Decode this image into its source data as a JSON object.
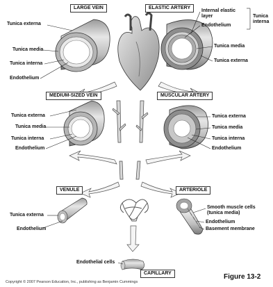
{
  "panels": {
    "large_vein": "LARGE VEIN",
    "elastic_artery": "ELASTIC ARTERY",
    "medium_vein": "MEDIUM-SIZED VEIN",
    "muscular_artery": "MUSCULAR ARTERY",
    "venule": "VENULE",
    "arteriole": "ARTERIOLE",
    "capillary": "CAPILLARY"
  },
  "labels": {
    "lv_externa": "Tunica externa",
    "lv_media": "Tunica media",
    "lv_interna": "Tunica interna",
    "lv_endo": "Endothelium",
    "ea_internal_elastic_1": "Internal elastic",
    "ea_internal_elastic_2": "layer",
    "ea_endo": "Endothelium",
    "ea_interna_1": "Tunica",
    "ea_interna_2": "interna",
    "ea_media": "Tunica media",
    "ea_externa": "Tunica externa",
    "mv_externa": "Tunica externa",
    "mv_media": "Tunica media",
    "mv_interna": "Tunica interna",
    "mv_endo": "Endothelium",
    "ma_externa": "Tunica externa",
    "ma_media": "Tunica media",
    "ma_interna": "Tunica interna",
    "ma_endo": "Endothelium",
    "ven_externa": "Tunica externa",
    "ven_endo": "Endothelium",
    "art_smooth_1": "Smooth muscle cells",
    "art_smooth_2": "(tunica media)",
    "art_endo": "Endothelium",
    "art_basement": "Basement membrane",
    "cap_endo_cells": "Endothelial cells"
  },
  "figure_label": "Figure 13-2",
  "credit": "Copyright © 2007 Pearson Education, Inc., publishing as Benjamin Cummings",
  "colors": {
    "line": "#333333",
    "wall_dark": "#8a8a8a",
    "wall_light": "#d9d9d9",
    "arrow_fill": "#f4f4f4"
  }
}
